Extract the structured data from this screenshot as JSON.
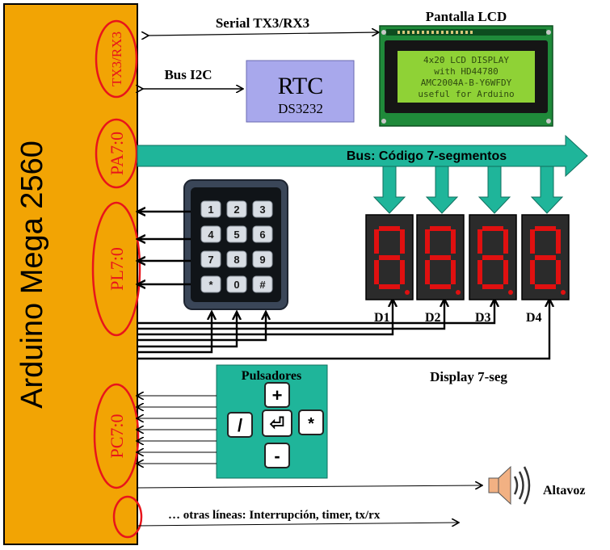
{
  "arduino": {
    "label": "Arduino Mega 2560",
    "color": "#f2a404"
  },
  "ports": {
    "tx3rx3": "TX3/RX3",
    "pa": "PA7:0",
    "pl": "PL7:0",
    "pc": "PC7:0"
  },
  "connections": {
    "serial": "Serial TX3/RX3",
    "i2c": "Bus I2C",
    "bus7seg": "Bus: Código 7-segmentos",
    "otras": "… otras líneas: Interrupción, timer, tx/rx"
  },
  "rtc": {
    "title": "RTC",
    "model": "DS3232",
    "color": "#a8a8ec"
  },
  "lcd": {
    "title": "Pantalla LCD",
    "lines": [
      "4x20 LCD DISPLAY",
      "with HD44780",
      "AMC2004A-B-Y6WFDY",
      "useful for Arduino"
    ],
    "screen_color": "#8fd236"
  },
  "keypad": {
    "keys": [
      "1",
      "2",
      "3",
      "4",
      "5",
      "6",
      "7",
      "8",
      "9",
      "*",
      "0",
      "#"
    ]
  },
  "displays": {
    "labels": [
      "D1",
      "D2",
      "D3",
      "D4"
    ],
    "caption": "Display 7-seg",
    "segment_color": "#e01010"
  },
  "pulsadores": {
    "title": "Pulsadores",
    "plus": "+",
    "slash": "/",
    "enter": "⏎",
    "star": "*",
    "minus": "-",
    "color": "#1fb59a"
  },
  "speaker": {
    "label": "Altavoz"
  },
  "colors": {
    "bus": "#1fb59a",
    "port_oval": "#e8141b"
  }
}
